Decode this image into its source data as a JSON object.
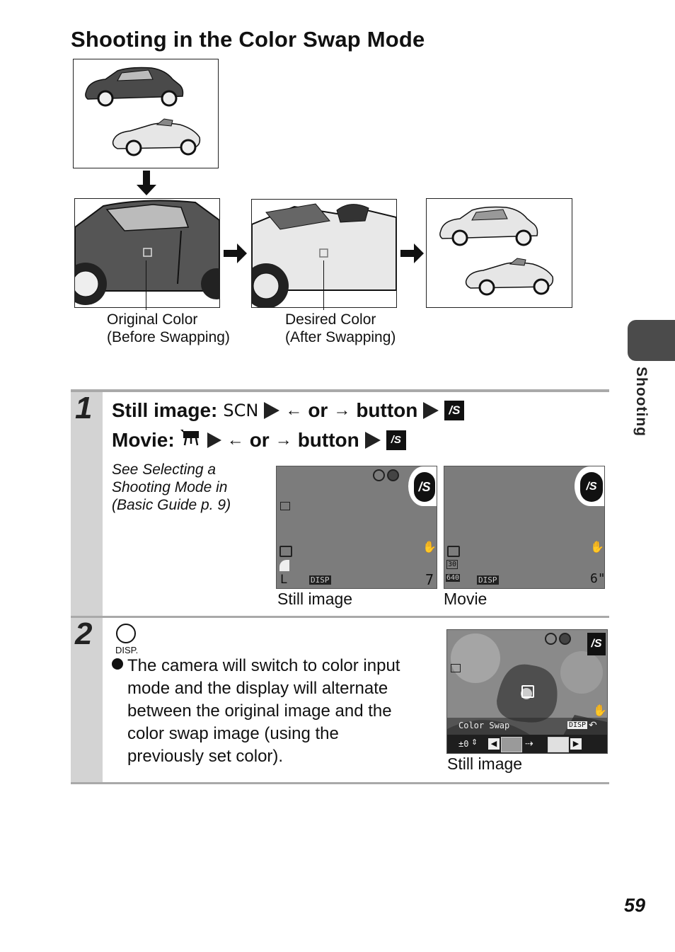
{
  "page": {
    "title": "Shooting in the Color Swap Mode",
    "side_tab": "Shooting",
    "page_number": "59"
  },
  "diagram": {
    "caption_original_l1": "Original Color",
    "caption_original_l2": "(Before Swapping)",
    "caption_desired_l1": "Desired Color",
    "caption_desired_l2": "(After Swapping)"
  },
  "step1": {
    "number": "1",
    "still_label": "Still image:",
    "scn": "SCN",
    "or": "or",
    "button": "button",
    "movie_label": "Movie:",
    "note_l1": "See Selecting a",
    "note_l2": "Shooting Mode in",
    "note_l3": "(Basic Guide p. 9)",
    "screen_still_caption": "Still image",
    "screen_movie_caption": "Movie",
    "still_count": "7",
    "movie_time": "6\"",
    "disp": "DISP",
    "res_still": "L",
    "res_movie_top": "30",
    "res_movie_bottom": "640"
  },
  "step2": {
    "number": "2",
    "disp_label": "DISP.",
    "text_l1": "The camera will switch to color input",
    "text_l2": "mode and the display will alternate",
    "text_l3": "between the original image and the",
    "text_l4": "color swap image (using the",
    "text_l5": "previously set color).",
    "screen_label": "Color Swap",
    "screen_ev": "±0",
    "screen_caption": "Still image",
    "disp": "DISP"
  },
  "colors": {
    "step_bar": "#d3d3d3",
    "rule": "#a9a9a9",
    "side_tab": "#4b4b4b",
    "lcd": "#7c7c7c"
  }
}
